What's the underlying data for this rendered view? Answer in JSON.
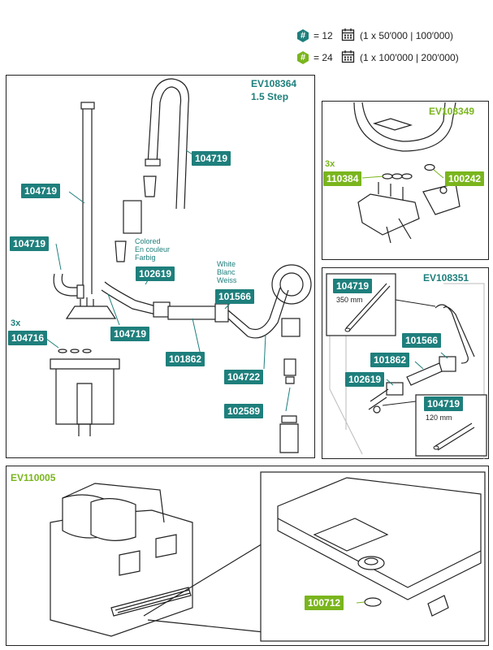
{
  "legend": [
    {
      "symbol": "#",
      "text": "= 12",
      "period": "(1 x 50′000 | 100′000)",
      "color": "#1e7f7c"
    },
    {
      "symbol": "#",
      "text": "= 24",
      "period": "(1 x 100′000 | 200′000)",
      "color": "#7ab51d"
    }
  ],
  "colors": {
    "teal": "#1e7f7c",
    "green": "#7ab51d",
    "line": "#222222"
  },
  "icons": [
    "calendar-icon",
    "hex-badge-icon"
  ],
  "panel_main": {
    "kit": "EV108364",
    "kit_sub": "1.5 Step",
    "parts": [
      "104719",
      "104719",
      "104719",
      "104719",
      "102619",
      "101566",
      "101862",
      "104722",
      "102589",
      "104716"
    ],
    "multiplier": "3x",
    "colored_note": [
      "Colored",
      "En couleur",
      "Farbig"
    ],
    "white_note": [
      "White",
      "Blanc",
      "Weiss"
    ]
  },
  "panel_tr": {
    "kit": "EV108349",
    "multiplier": "3x",
    "parts": [
      "110384",
      "100242"
    ]
  },
  "panel_mr": {
    "kit": "EV108351",
    "parts": [
      "104719",
      "101566",
      "101862",
      "102619",
      "104719"
    ],
    "lengths": [
      "350 mm",
      "120 mm"
    ]
  },
  "panel_bottom": {
    "kit": "EV110005",
    "parts": [
      "100712"
    ]
  }
}
